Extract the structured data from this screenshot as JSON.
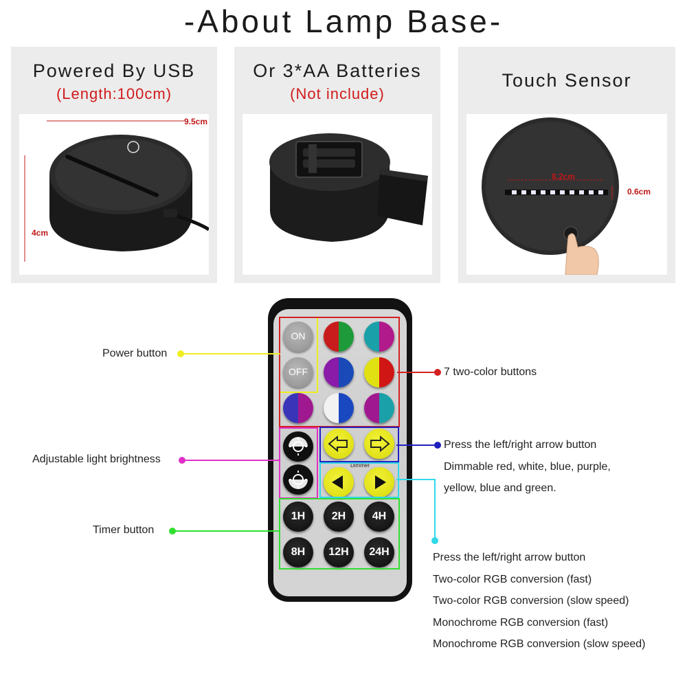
{
  "title": "-About Lamp Base-",
  "panels": [
    {
      "title": "Powered By USB",
      "subtitle": "(Length:100cm)",
      "dims": [
        "9.5cm",
        "4cm"
      ]
    },
    {
      "title": "Or 3*AA Batteries",
      "subtitle": "(Not include)"
    },
    {
      "title": "Touch Sensor",
      "dims": [
        "8.2cm",
        "0.6cm"
      ]
    }
  ],
  "remote": {
    "power": [
      "ON",
      "OFF"
    ],
    "color_buttons": [
      [
        "#c81b1b",
        "#1e9a3a"
      ],
      [
        "#1aa0a8",
        "#b01a8a"
      ],
      [
        "#8a1aa8",
        "#1a4ab8"
      ],
      [
        "#e0e012",
        "#d01515"
      ],
      [
        "#3a35b8",
        "#a01890"
      ],
      [
        "#f2f2f2",
        "#1a48c0"
      ],
      [
        "#a01890",
        "#1aa0a8"
      ]
    ],
    "dimmer_label": "Dimmer",
    "timers": [
      "1H",
      "2H",
      "4H",
      "8H",
      "12H",
      "24H"
    ]
  },
  "callouts": {
    "power": "Power button",
    "colors": "7 two-color buttons",
    "brightness": "Adjustable light brightness",
    "timer": "Timer button",
    "arrow1": [
      "Press the left/right arrow button",
      "Dimmable red, white, blue, purple,",
      "yellow, blue and green."
    ],
    "arrow2": [
      "Press the left/right arrow button",
      "Two-color RGB conversion (fast)",
      "Two-color RGB conversion (slow speed)",
      "Monochrome RGB conversion (fast)",
      "Monochrome RGB conversion (slow speed)"
    ]
  },
  "colors": {
    "power": "#f0ee20",
    "colors": "#d42020",
    "brightness": "#e030c8",
    "timer": "#30e030",
    "arrow1": "#2020c0",
    "arrow2": "#30d8e8",
    "subtitle": "#d11a1a"
  }
}
